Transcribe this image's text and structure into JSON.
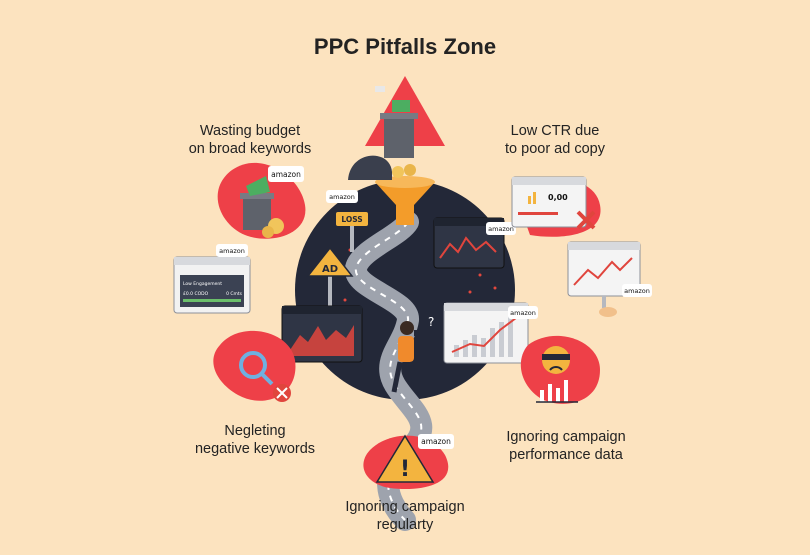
{
  "title": "PPC Pitfalls Zone",
  "pitfalls": {
    "wasting_budget": [
      "Wasting budget",
      "on broad keywords"
    ],
    "low_ctr": [
      "Low CTR due",
      "to poor ad copy"
    ],
    "negative_keywords": [
      "Negleting",
      "negative keywords"
    ],
    "performance_data": [
      "Ignoring campaign",
      "performance data"
    ],
    "regularly": [
      "Ignoring campaign",
      "regularty"
    ]
  },
  "road_signs": {
    "loss": "LOSS",
    "ad": "AD"
  },
  "brand": "amazon",
  "widgets": {
    "ctr_value": "0,00",
    "engagement_title": "Low Engagement",
    "engagement_left": "£0.0 CODO",
    "engagement_right": "0 Cmts"
  },
  "colors": {
    "background": "#fce3bf",
    "blob_red": "#ee4048",
    "road_dark": "#232838",
    "road_gray": "#9ea3ad",
    "funnel_orange": "#f39c2a",
    "chart_red": "#e0453d"
  }
}
